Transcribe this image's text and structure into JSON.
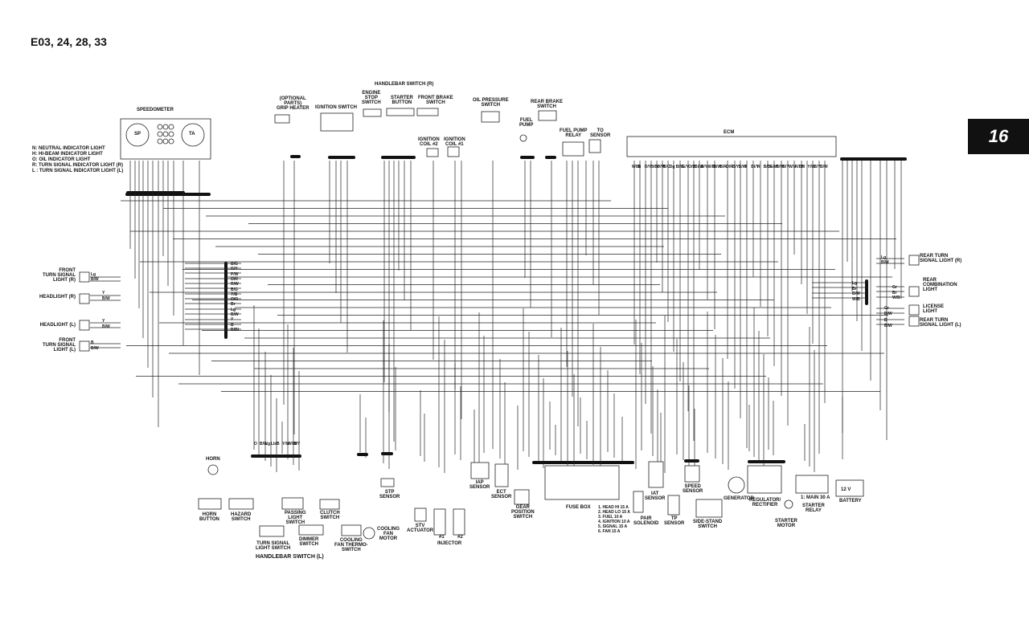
{
  "header": {
    "models": "E03, 24, 28, 33",
    "page_number": "16"
  },
  "legend": [
    "N: NEUTRAL INDICATOR LIGHT",
    "H: HI-BEAM INDICATOR LIGHT",
    "O: OIL INDICATOR LIGHT",
    "R: TURN SIGNAL INDICATOR LIGHT (R)",
    "L : TURN SIGNAL INDICATOR LIGHT (L)"
  ],
  "labels": {
    "speedometer": "SPEEDOMETER",
    "sp": "SP",
    "ta": "TA",
    "handlebar_switch_r": "HANDLEBAR SWITCH (R)",
    "grip_heater": "(OPTIONAL\nPARTS)\nGRIP HEATER",
    "ignition_switch": "IGNITION SWITCH",
    "engine_stop_switch": "ENGINE\nSTOP\nSWITCH",
    "starter_button": "STARTER\nBUTTON",
    "front_brake_switch": "FRONT BRAKE\nSWITCH",
    "ignition_coil_2": "IGNITION\nCOIL #2",
    "ignition_coil_1": "IGNITION\nCOIL #1",
    "oil_pressure_switch": "OIL PRESSURE\nSWITCH",
    "fuel_pump": "FUEL\nPUMP",
    "rear_brake_switch": "REAR BRAKE\nSWITCH",
    "fuel_pump_relay": "FUEL PUMP\nRELAY",
    "to_sensor": "TO\nSENSOR",
    "ecm": "ECM",
    "front_turn_signal_r": "FRONT\nTURN SIGNAL\nLIGHT (R)",
    "headlight_r": "HEADLIGHT (R)",
    "headlight_l": "HEADLIGHT (L)",
    "front_turn_signal_l": "FRONT\nTURN SIGNAL\nLIGHT (L)",
    "rear_turn_signal_r": "REAR TURN\nSIGNAL LIGHT (R)",
    "rear_combination_light": "REAR\nCOMBINATION\nLIGHT",
    "license_light": "LICENSE\nLIGHT",
    "rear_turn_signal_l": "REAR TURN\nSIGNAL LIGHT (L)",
    "horn": "HORN",
    "horn_button": "HORN\nBUTTON",
    "hazard_switch": "HAZARD\nSWITCH",
    "passing_light_switch": "PASSING\nLIGHT\nSWITCH",
    "clutch_switch": "CLUTCH\nSWITCH",
    "turn_signal_light_switch": "TURN SIGNAL\nLIGHT SWITCH",
    "dimmer_switch": "DIMMER\nSWITCH",
    "handlebar_switch_l": "HANDLEBAR SWITCH (L)",
    "cooling_fan_thermo_switch": "COOLING\nFAN THERMO-\nSWITCH",
    "cooling_fan_motor": "COOLING\nFAN\nMOTOR",
    "stp_sensor": "STP\nSENSOR",
    "stv_actuator": "STV\nACTUATOR",
    "injector": "INJECTOR",
    "injector_1": "#1",
    "injector_2": "#2",
    "iap_sensor": "IAP\nSENSOR",
    "ect_sensor": "ECT\nSENSOR",
    "gear_position_switch": "GEAR\nPOSITION\nSWITCH",
    "fuse_box": "FUSE BOX",
    "iat_sensor": "IAT\nSENSOR",
    "pair_solenoid": "PAIR\nSOLENOID",
    "tp_sensor": "TP\nSENSOR",
    "speed_sensor": "SPEED\nSENSOR",
    "side_stand_switch": "SIDE-STAND\nSWITCH",
    "generator": "GENERATOR",
    "regulator_rectifier": "REGULATOR/\nRECTIFIER",
    "starter_motor": "STARTER\nMOTOR",
    "starter_relay": "STARTER\nRELAY",
    "main_fuse": "1: MAIN 30 A",
    "battery": "BATTERY",
    "battery_voltage": "12 V"
  },
  "fuses": [
    "1. HEAD HI      15 A",
    "2. HEAD LO      15 A",
    "3. FUEL         10 A",
    "4. IGNITION     10 A",
    "5. SIGNAL       15 A",
    "6. FAN          15 A"
  ],
  "wire_codes": {
    "left_connector": [
      "B/G",
      "G/Y",
      "P/W",
      "O/R",
      "R/W",
      "B/G",
      "Y/B",
      "O/G",
      "Br",
      "Lg",
      "B/W",
      "Y",
      "B",
      "B/Bl"
    ],
    "rear_connector": [
      "Lg",
      "Br",
      "B/W",
      "W/B"
    ],
    "front_turn_r": [
      "Lg",
      "B/W"
    ],
    "headlight_r": [
      "Y",
      "B/W"
    ],
    "headlight_l": [
      "Y",
      "B/W"
    ],
    "front_turn_l": [
      "B",
      "B/W"
    ],
    "rear_turn_r": [
      "Lg",
      "B/W"
    ],
    "rear_comb": [
      "Gr",
      "Br",
      "W/B"
    ],
    "license": [
      "Gr",
      "B/W"
    ],
    "rear_turn_l": [
      "B",
      "B/W"
    ],
    "ecm_pins": [
      "W/B",
      "B",
      "O/Y",
      "B/Br",
      "O/W",
      "B/O",
      "Dg",
      "Bl/B",
      "G/Y",
      "O/B",
      "Bl/W",
      "B/Y",
      "W/Bl",
      "B/W",
      "B/R",
      "O/R",
      "B/Y",
      "B/W",
      "Y",
      "Bl/Y",
      "R",
      "B/Bl",
      "G/W",
      "B/W",
      "B/Y",
      "W/Y",
      "R/Bl",
      "W",
      "Y/W",
      "B/Y",
      "B/W"
    ],
    "handlebar_l_connector": [
      "O",
      "B/W",
      "Lg",
      "Lbl",
      "B",
      "Y/W",
      "W/Bl",
      "B/Y"
    ]
  }
}
